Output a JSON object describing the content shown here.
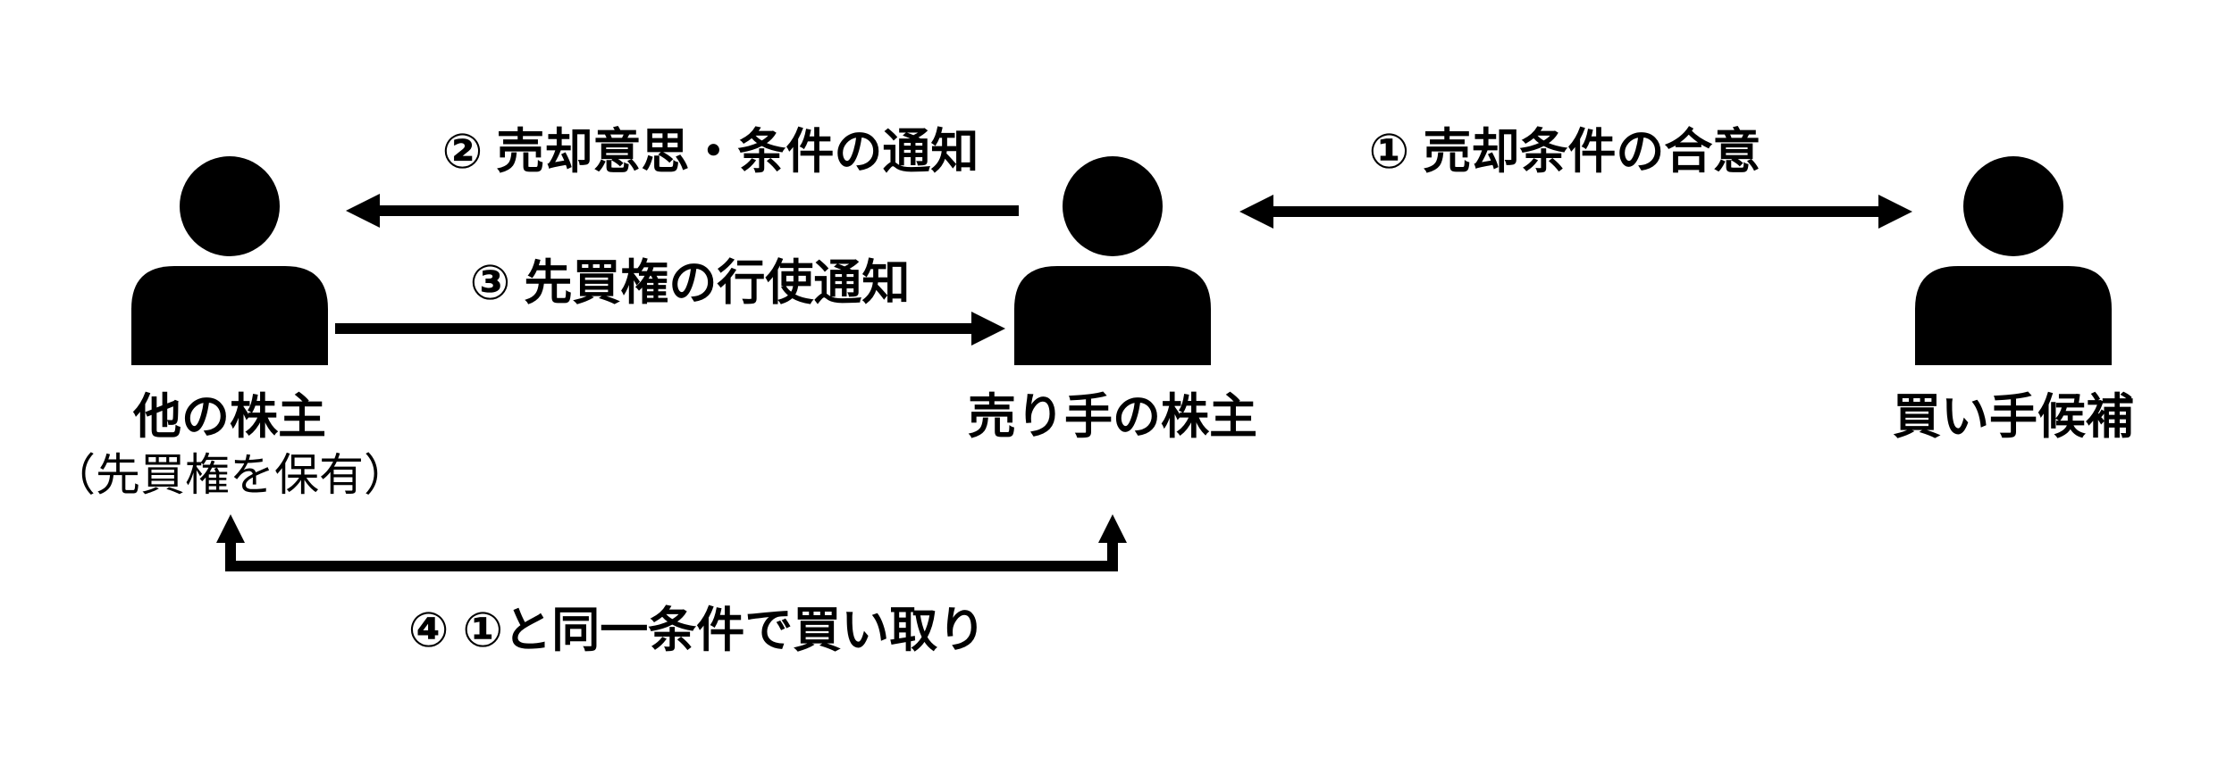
{
  "canvas": {
    "background": "#ffffff",
    "ink": "#000000"
  },
  "actors": [
    {
      "id": "other-shareholders",
      "label": "他の株主",
      "sublabel": "（先買権を保有）"
    },
    {
      "id": "selling-shareholder",
      "label": "売り手の株主"
    },
    {
      "id": "buyer-candidate",
      "label": "買い手候補"
    }
  ],
  "steps": [
    {
      "num": "①",
      "label": "① 売却条件の合意",
      "from": "売り手の株主",
      "to": "買い手候補",
      "direction": "bidirectional"
    },
    {
      "num": "②",
      "label": "② 売却意思・条件の通知",
      "from": "売り手の株主",
      "to": "他の株主",
      "direction": "left"
    },
    {
      "num": "③",
      "label": "③ 先買権の行使通知",
      "from": "他の株主",
      "to": "売り手の株主",
      "direction": "right"
    },
    {
      "num": "④",
      "label": "④ ①と同一条件で買い取り",
      "from": "他の株主",
      "to": "売り手の株主",
      "direction": "up-bracket"
    }
  ]
}
